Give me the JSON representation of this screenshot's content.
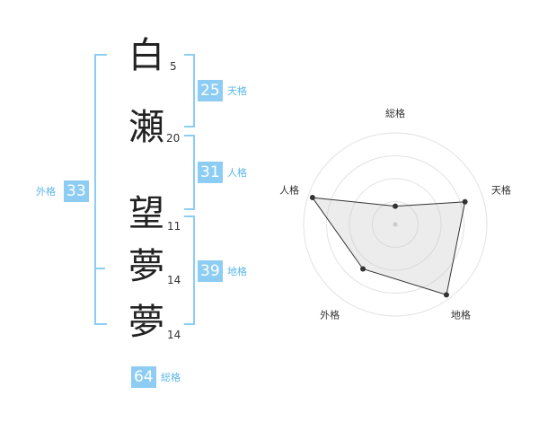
{
  "name": {
    "chars": [
      {
        "char": "白",
        "strokes": "5"
      },
      {
        "char": "瀬",
        "strokes": "20"
      },
      {
        "char": "望",
        "strokes": "11"
      },
      {
        "char": "夢",
        "strokes": "14"
      },
      {
        "char": "夢",
        "strokes": "14"
      }
    ]
  },
  "kakusu": {
    "tenkaku": {
      "value": "25",
      "label": "天格"
    },
    "jinkaku": {
      "value": "31",
      "label": "人格"
    },
    "chikaku": {
      "value": "39",
      "label": "地格"
    },
    "gaikaku": {
      "value": "33",
      "label": "外格"
    },
    "soukaku": {
      "value": "64",
      "label": "総格"
    }
  },
  "colors": {
    "accent": "#8dcdf3",
    "label": "#5ab7ea"
  },
  "chart_data": {
    "type": "radar",
    "axes": [
      "総格",
      "天格",
      "地格",
      "外格",
      "人格"
    ],
    "values": [
      0.2,
      0.8,
      0.95,
      0.6,
      0.95
    ],
    "rings": 4,
    "range": [
      0,
      1
    ]
  }
}
